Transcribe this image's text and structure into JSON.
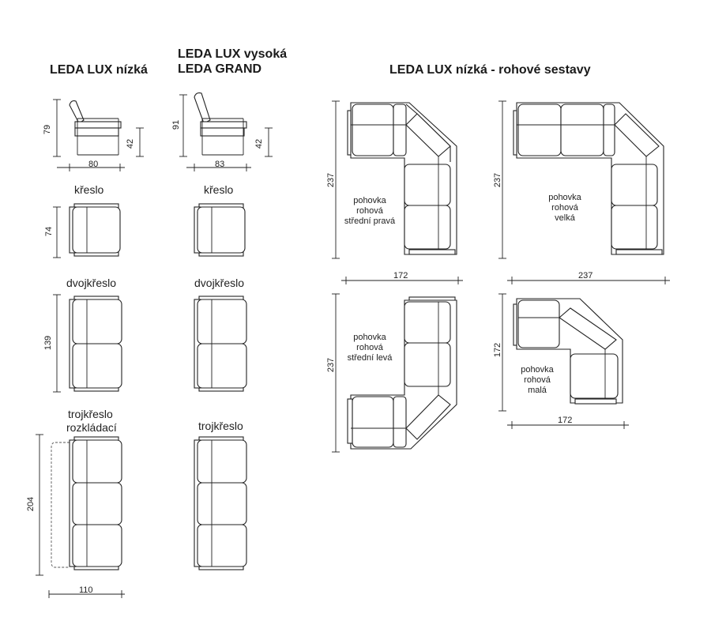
{
  "headings": {
    "col1": "LEDA LUX nízká",
    "col2_line1": "LEDA LUX vysoká",
    "col2_line2": "LEDA GRAND",
    "col3": "LEDA LUX nízká - rohové sestavy"
  },
  "col1": {
    "side_height": "79",
    "side_seat": "42",
    "side_width": "80",
    "kreslo_label": "křeslo",
    "kreslo_depth": "74",
    "dvojkreslo_label": "dvojkřeslo",
    "dvojkreslo_length": "139",
    "trojkreslo_label_1": "trojkřeslo",
    "trojkreslo_label_2": "rozkládací",
    "trojkreslo_length": "204",
    "trojkreslo_width": "110"
  },
  "col2": {
    "side_height": "91",
    "side_seat": "42",
    "side_width": "83",
    "kreslo_label": "křeslo",
    "dvojkreslo_label": "dvojkřeslo",
    "trojkreslo_label": "trojkřeslo"
  },
  "corners": {
    "a": {
      "lines": [
        "pohovka",
        "rohová",
        "střední pravá"
      ],
      "height": "237",
      "width": "172"
    },
    "b": {
      "lines": [
        "pohovka",
        "rohová",
        "velká"
      ],
      "height": "237",
      "width": "237"
    },
    "c": {
      "lines": [
        "pohovka",
        "rohová",
        "střední levá"
      ],
      "height": "237"
    },
    "d": {
      "lines": [
        "pohovka",
        "rohová",
        "malá"
      ],
      "height": "172",
      "width": "172"
    }
  }
}
